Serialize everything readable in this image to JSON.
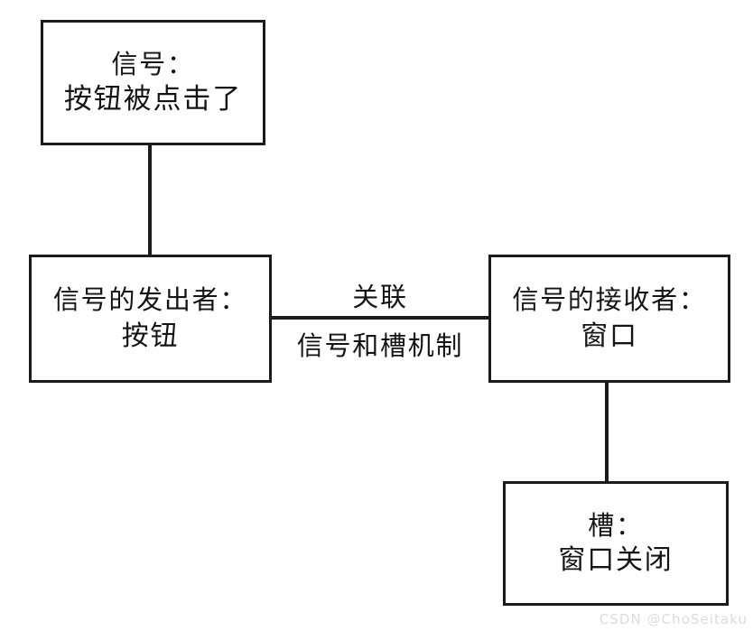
{
  "diagram": {
    "type": "flow-diagram",
    "background_color": "#ffffff",
    "stroke_color": "#1b1b1b",
    "text_color": "#141414",
    "nodes": [
      {
        "id": "signal",
        "name": "signal-node",
        "line1": "信号：",
        "line2": "按钮被点击了"
      },
      {
        "id": "sender",
        "name": "sender-node",
        "line1": "信号的发出者：",
        "line2": "按钮"
      },
      {
        "id": "receiver",
        "name": "receiver-node",
        "line1": "信号的接收者：",
        "line2": "窗口"
      },
      {
        "id": "slot",
        "name": "slot-node",
        "line1": "槽：",
        "line2": "窗口关闭"
      }
    ],
    "edge_labels": {
      "relation": "关联",
      "mechanism": "信号和槽机制"
    }
  },
  "watermark": {
    "text": "CSDN @ChoSeitaku",
    "color": "#dcdcdc"
  }
}
